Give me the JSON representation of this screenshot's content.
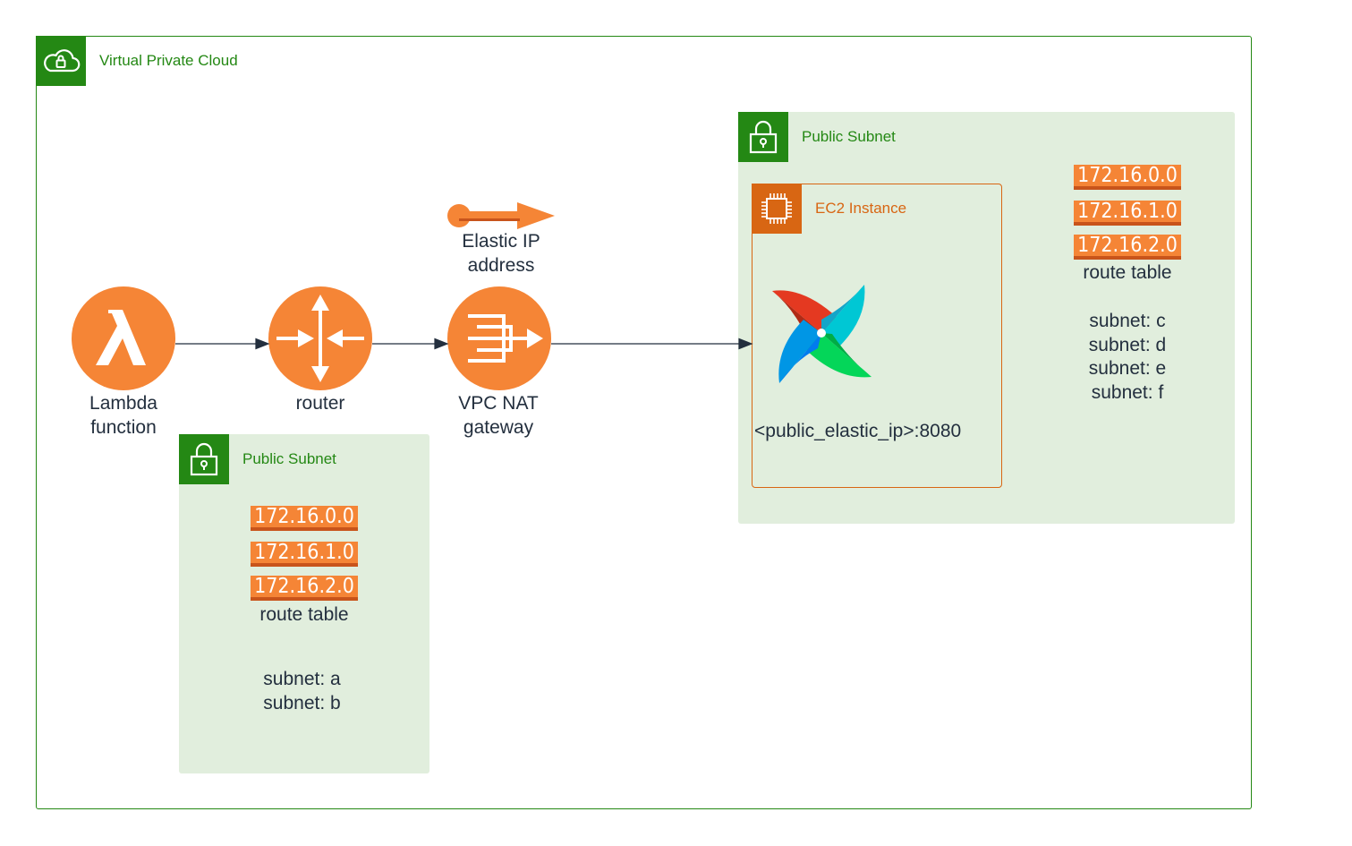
{
  "vpc": {
    "title": "Virtual Private Cloud",
    "icon": "cloud-lock-icon"
  },
  "subnet_left": {
    "title": "Public Subnet",
    "icon": "lock-icon",
    "route_table": {
      "entries": [
        "172.16.0.0",
        "172.16.1.0",
        "172.16.2.0"
      ],
      "label": "route table"
    },
    "subnets": [
      "subnet: a",
      "subnet: b"
    ]
  },
  "subnet_right": {
    "title": "Public Subnet",
    "icon": "lock-icon",
    "route_table": {
      "entries": [
        "172.16.0.0",
        "172.16.1.0",
        "172.16.2.0"
      ],
      "label": "route table"
    },
    "subnets": [
      "subnet: c",
      "subnet: d",
      "subnet: e",
      "subnet: f"
    ]
  },
  "ec2": {
    "title": "EC2 Instance",
    "icon": "chip-icon",
    "app_icon": "airflow-pinwheel-icon",
    "endpoint": "<public_elastic_ip>:8080"
  },
  "nodes": {
    "lambda": {
      "line1": "Lambda",
      "line2": "function",
      "icon": "lambda-icon"
    },
    "router": {
      "line1": "router",
      "icon": "router-icon"
    },
    "nat": {
      "line1": "VPC NAT",
      "line2": "gateway",
      "icon": "nat-gateway-icon"
    },
    "eip": {
      "line1": "Elastic IP",
      "line2": "address",
      "icon": "elastic-ip-icon"
    }
  },
  "colors": {
    "vpc_green": "#248814",
    "subnet_fill": "#e1eedd",
    "aws_orange": "#f58536",
    "ec2_orange": "#d86613",
    "text_dark": "#232f3e"
  }
}
